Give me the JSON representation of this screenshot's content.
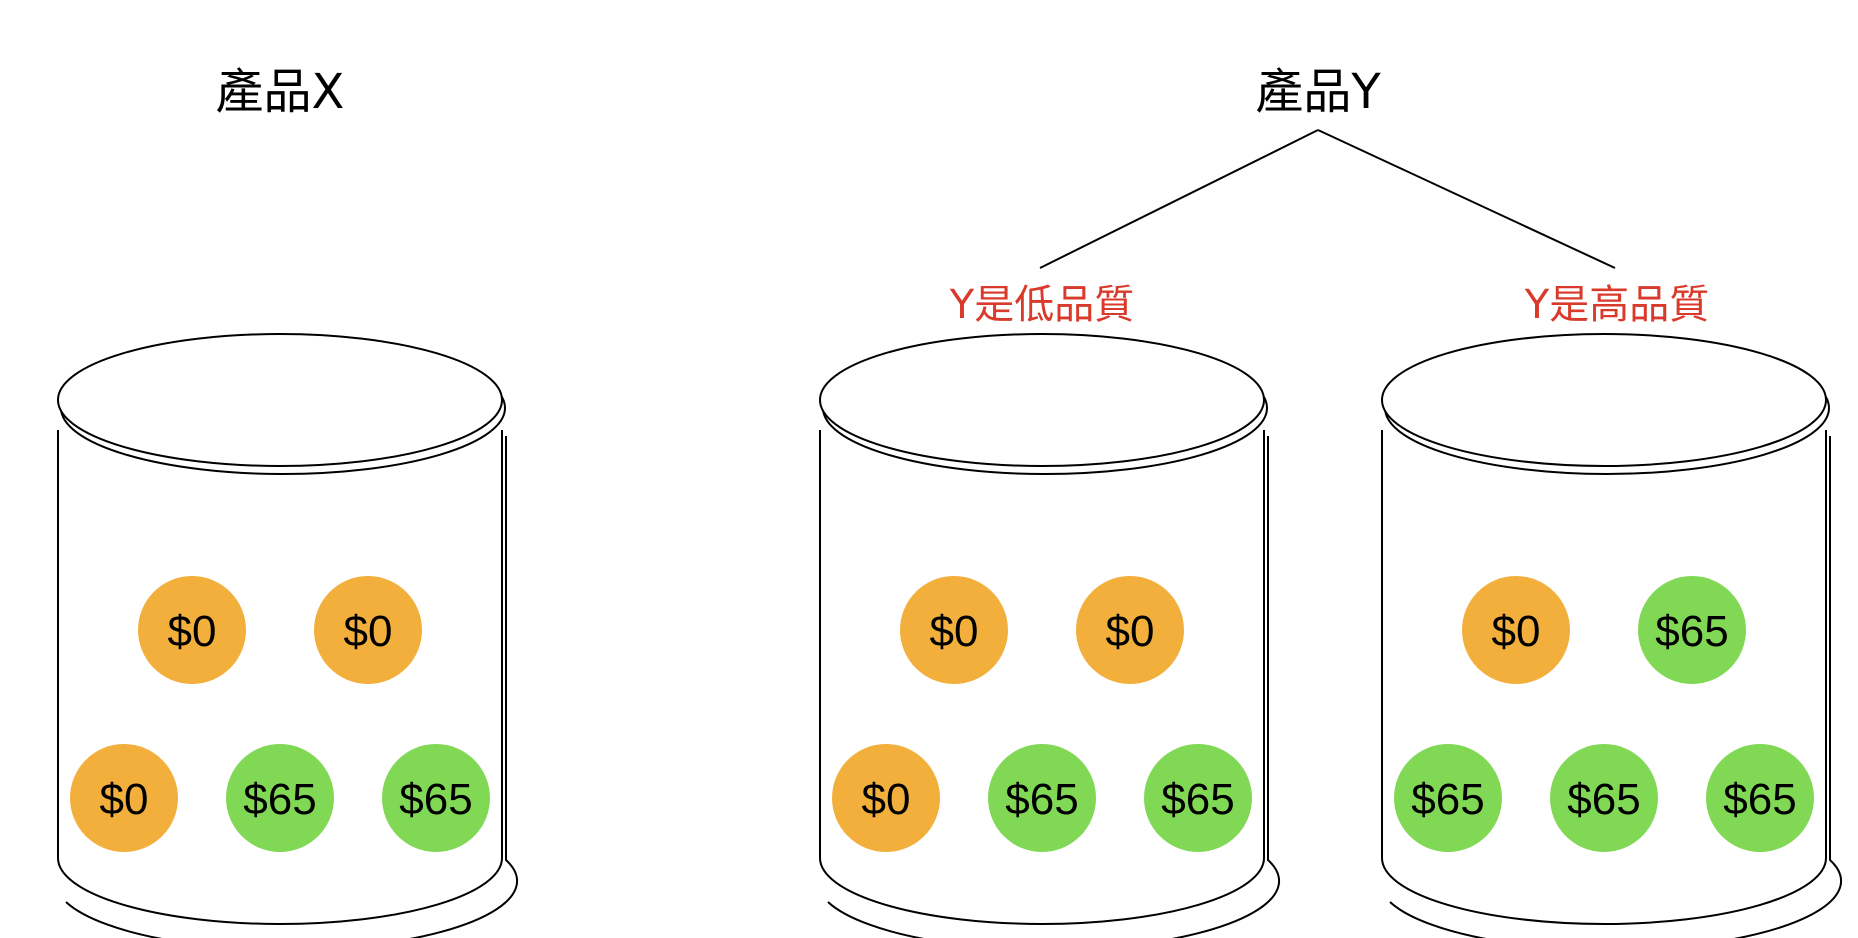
{
  "colors": {
    "outline": "#000000",
    "branch_label": "#d93a2b",
    "coin_zero": "#f2af3c",
    "coin_sixtyfive": "#80d855"
  },
  "labels": {
    "product_x": "產品X",
    "product_y": "產品Y",
    "y_low": "Y是低品質",
    "y_high": "Y是高品質"
  },
  "jars": [
    {
      "id": "product-x",
      "top_row": [
        "$0",
        "$0"
      ],
      "bottom_row": [
        "$0",
        "$65",
        "$65"
      ]
    },
    {
      "id": "y-low-quality",
      "top_row": [
        "$0",
        "$0"
      ],
      "bottom_row": [
        "$0",
        "$65",
        "$65"
      ]
    },
    {
      "id": "y-high-quality",
      "top_row": [
        "$0",
        "$65"
      ],
      "bottom_row": [
        "$65",
        "$65",
        "$65"
      ]
    }
  ]
}
